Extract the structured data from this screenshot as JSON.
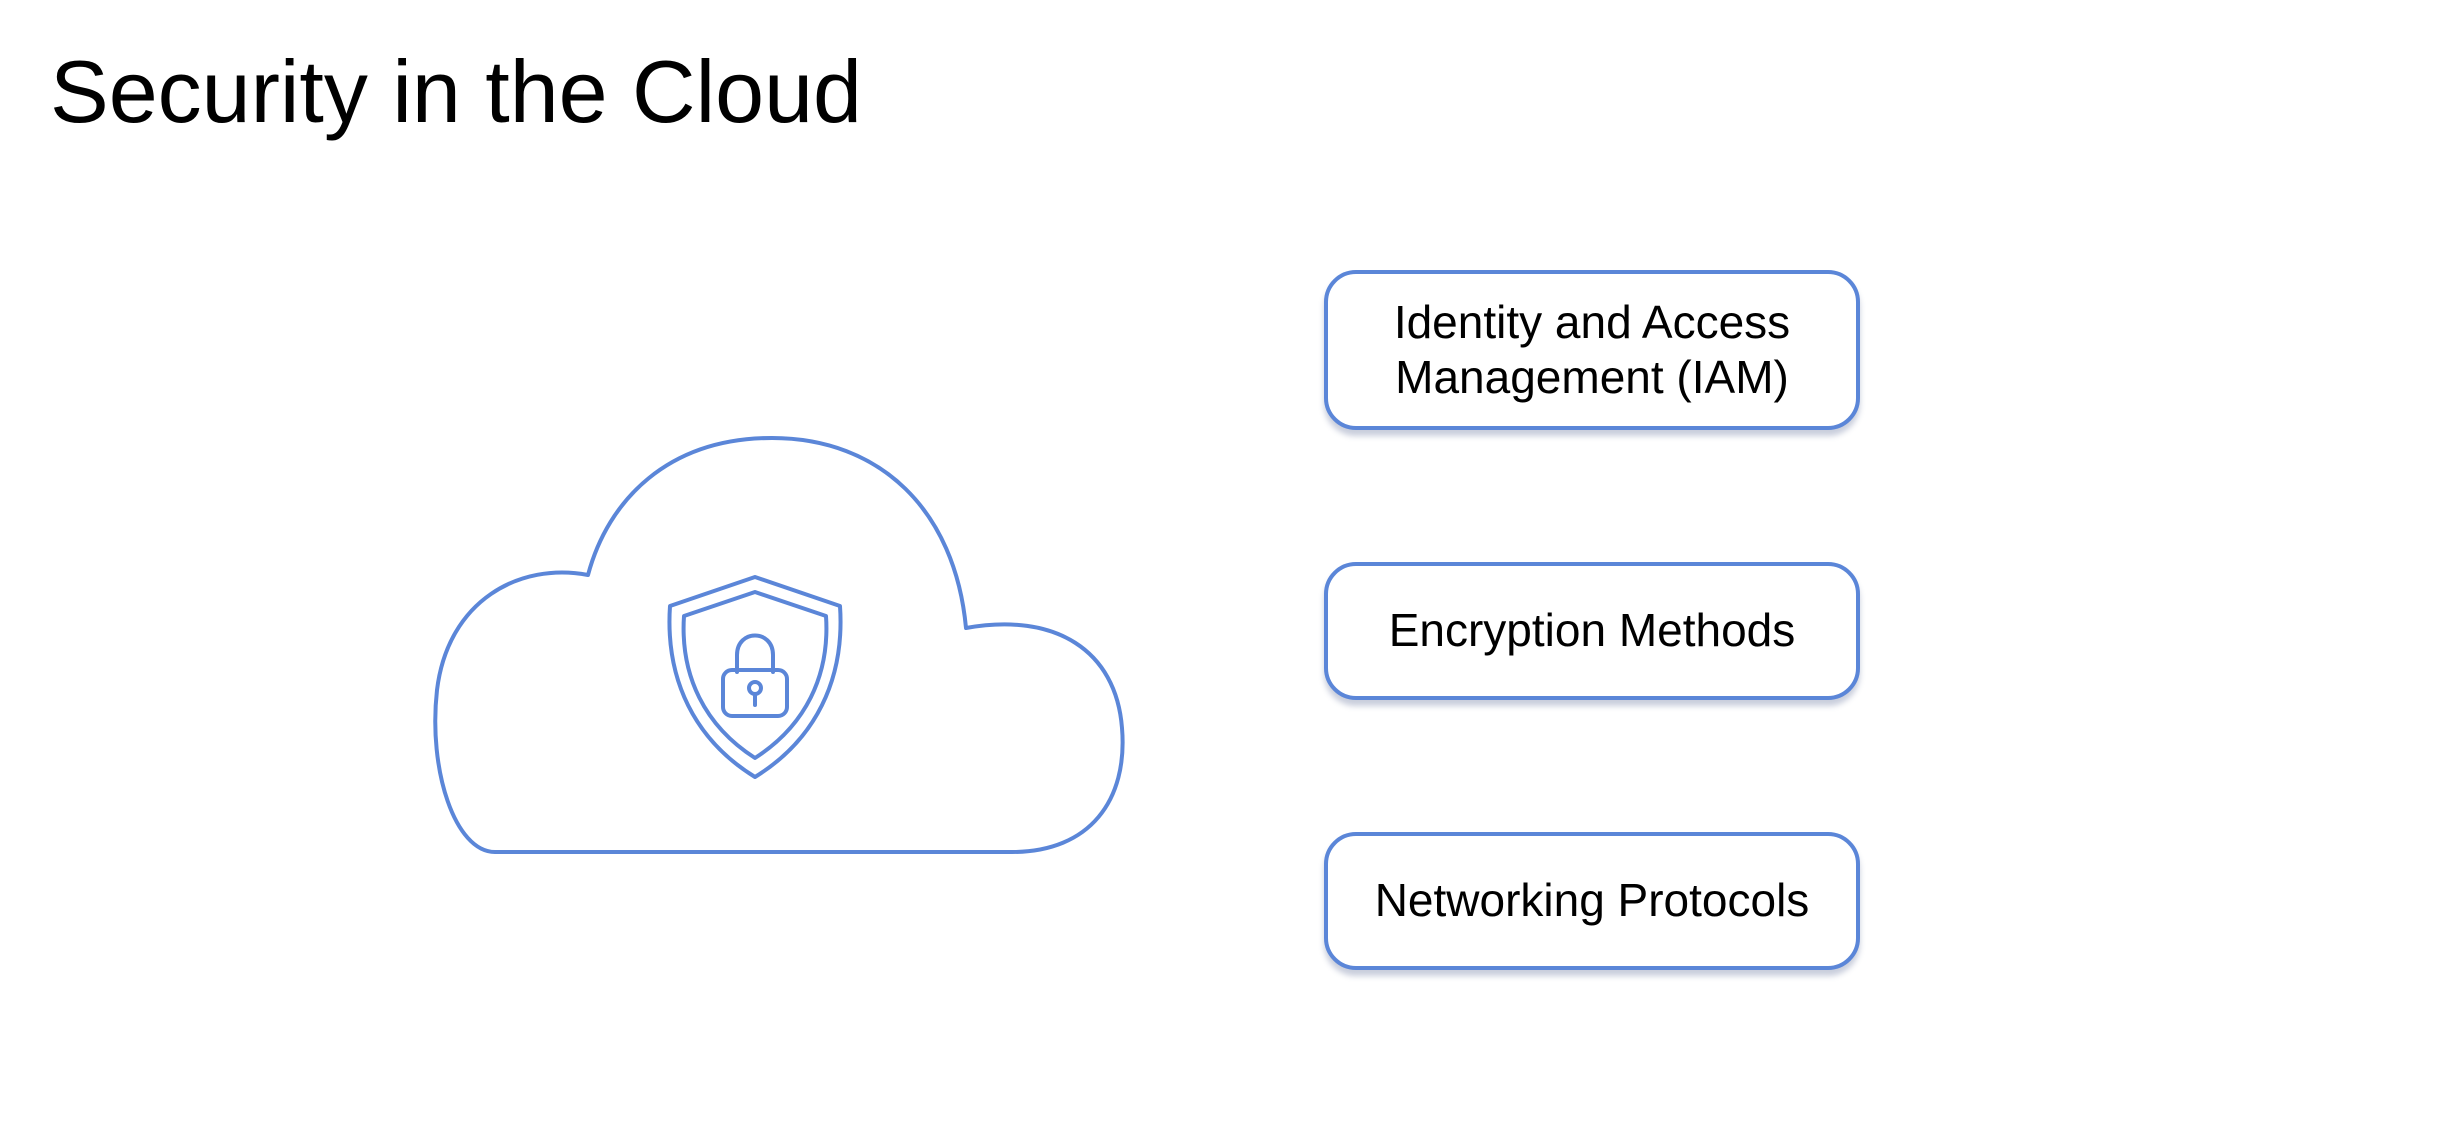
{
  "slide": {
    "title": "Security in the Cloud"
  },
  "diagram": {
    "accent_color": "#5b86d8",
    "central_graphic": {
      "shape": "cloud-outline",
      "icon": "shield-lock-icon"
    },
    "boxes": [
      {
        "label": "Identity and Access Management (IAM)"
      },
      {
        "label": "Encryption Methods"
      },
      {
        "label": "Networking Protocols"
      }
    ]
  }
}
